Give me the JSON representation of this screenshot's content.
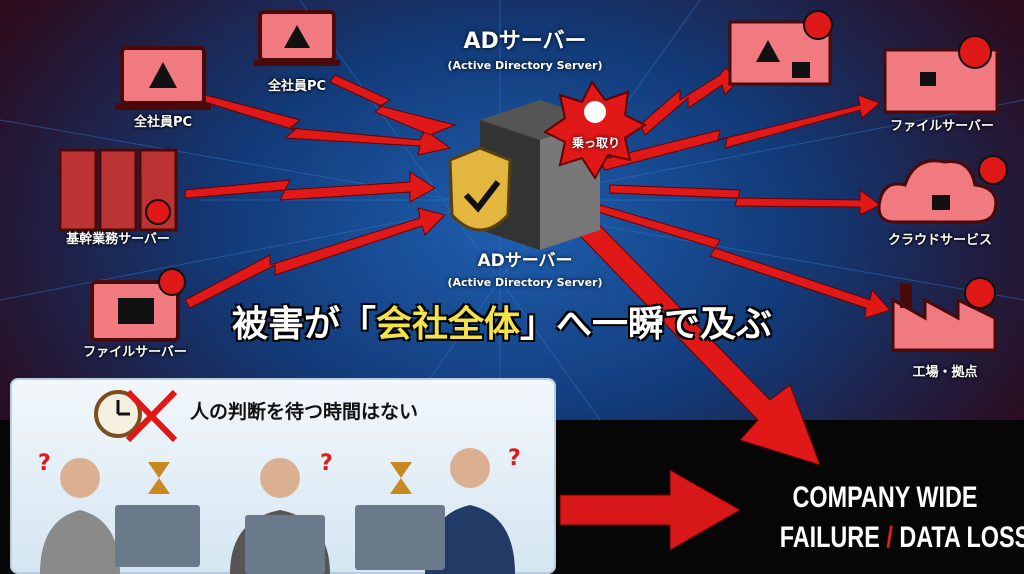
{
  "center": {
    "title": "ADサーバー",
    "subtitle": "(Active Directory Server)",
    "label": "ADサーバー",
    "label_sub": "(Active Directory Server)",
    "badge": "乗っ取り"
  },
  "sources": [
    {
      "label": "全社員PC"
    },
    {
      "label": "全社員PC"
    },
    {
      "label": "基幹業務サーバー"
    },
    {
      "label": "ファイルサーバー"
    }
  ],
  "targets": [
    {
      "label": "ファイルサーバー"
    },
    {
      "label": "クラウドサービス"
    },
    {
      "label": "工場・拠点"
    }
  ],
  "headline": {
    "pre": "被害が「",
    "highlight": "会社全体",
    "post": "」へ一瞬で及ぶ"
  },
  "panel": {
    "text": "人の判断を待つ時間はない"
  },
  "result": {
    "line1": "COMPANY WIDE",
    "line2a": "FAILURE",
    "slash": "/",
    "line2b": "DATA LOSS"
  },
  "colors": {
    "red": "#e01818",
    "pink": "#f07a80",
    "yellow": "#f4e24a"
  }
}
